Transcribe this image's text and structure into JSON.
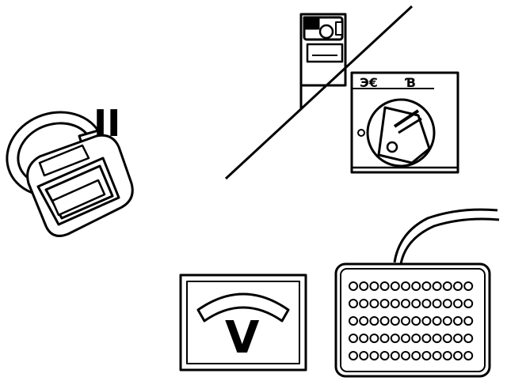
{
  "illustration": {
    "ink_color": "#000000",
    "background_color": "#ffffff",
    "plug_label": "II",
    "switch_symbol_left": "Э€",
    "switch_symbol_right": "Ɓ",
    "meter_label": "V",
    "icons": [
      "double-insulated-plug-icon",
      "appliance-with-rotary-switch-icon",
      "voltmeter-icon",
      "heating-pad-icon"
    ]
  }
}
